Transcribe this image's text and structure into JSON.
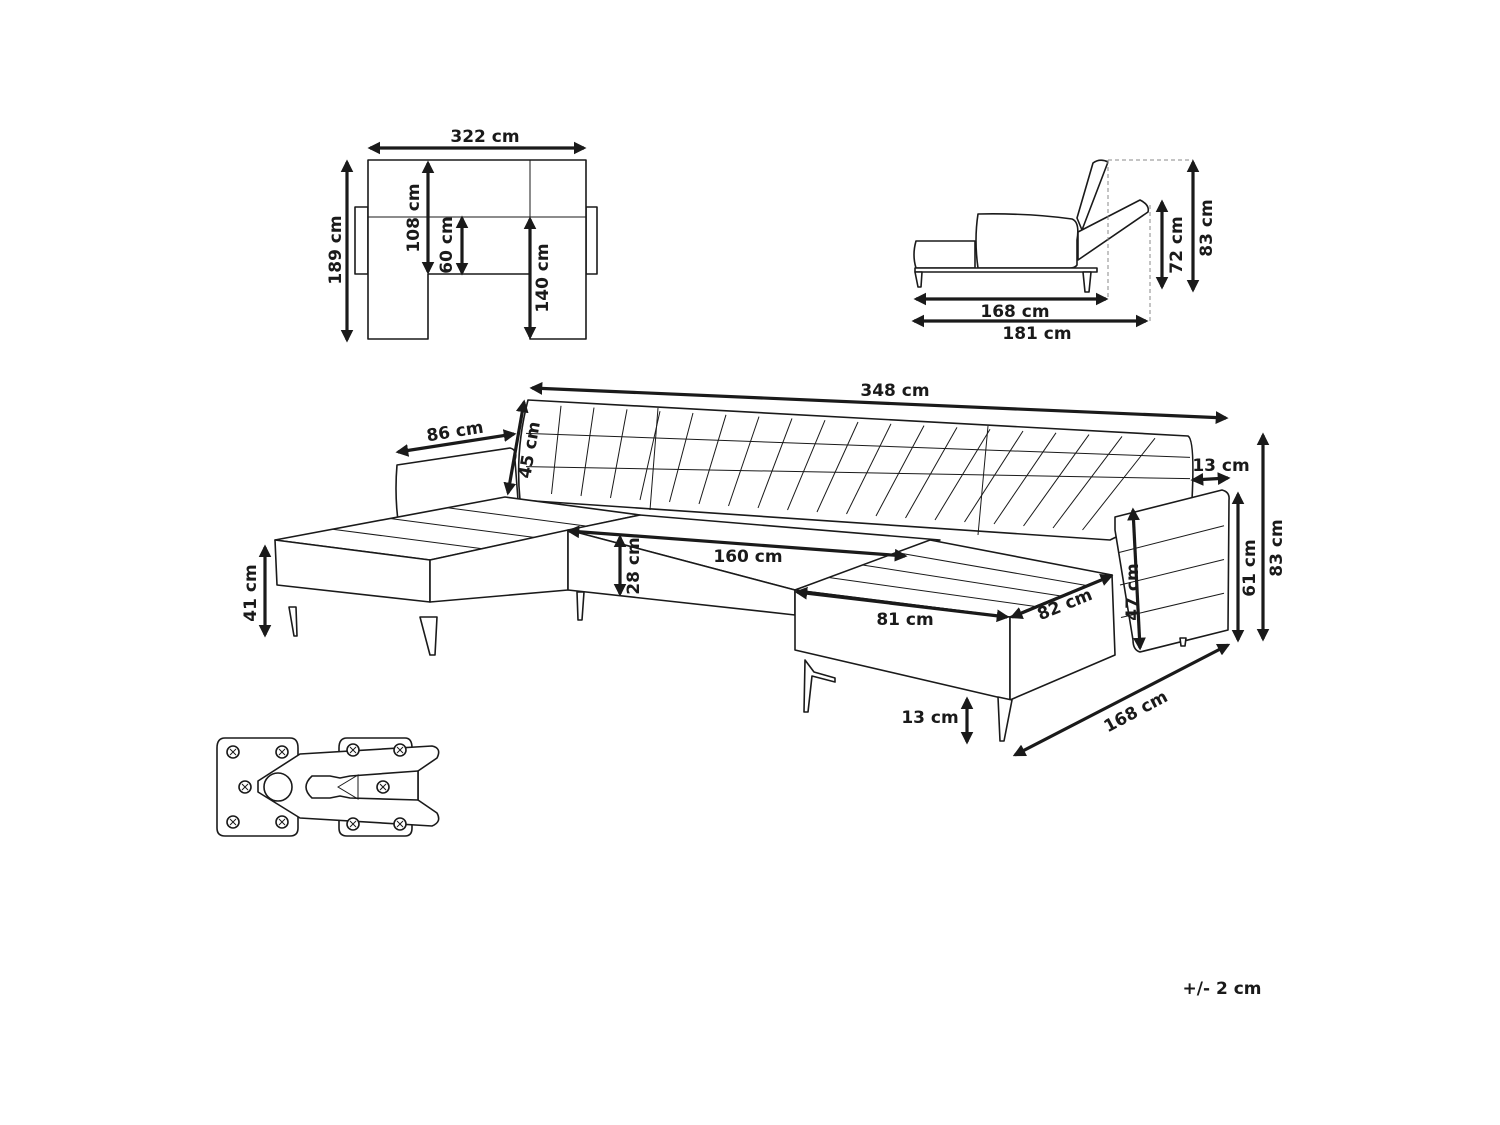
{
  "plan_view": {
    "width": "322 cm",
    "depth": "189 cm",
    "middle_depth": "108 cm",
    "seat_depth": "60 cm",
    "chaise_length": "140 cm"
  },
  "side_view": {
    "length_upright": "168 cm",
    "length_flat": "181 cm",
    "height_reclined": "72 cm",
    "height": "83 cm"
  },
  "perspective_view": {
    "total_width": "348 cm",
    "armrest_length": "86 cm",
    "back_height": "45 cm",
    "armrest_width": "13 cm",
    "total_height": "83 cm",
    "armrest_height": "61 cm",
    "armrest_inner_height": "47 cm",
    "seat_height": "41 cm",
    "cushion_thickness": "28 cm",
    "seat_width": "160 cm",
    "chaise_width": "81 cm",
    "chaise_depth": "82 cm",
    "leg_height": "13 cm",
    "chaise_length": "168 cm"
  },
  "tolerance": "+/- 2 cm",
  "colors": {
    "line": "#1a1a1a",
    "background": "#ffffff"
  }
}
